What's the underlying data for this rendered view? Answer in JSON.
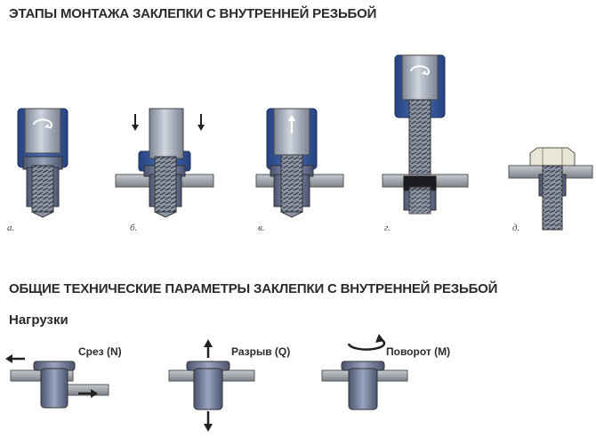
{
  "title_main": "ЭТАПЫ МОНТАЖА ЗАКЛЕПКИ С ВНУТРЕННЕЙ РЕЗЬБОЙ",
  "title_params": "ОБЩИЕ ТЕХНИЧЕСКИЕ ПАРАМЕТРЫ ЗАКЛЕПКИ С ВНУТРЕННЕЙ РЕЗЬБОЙ",
  "subtitle_loads": "Нагрузки",
  "steps": [
    {
      "label": "а.",
      "icon": "rotate-icon"
    },
    {
      "label": "б.",
      "icon": "down-arrows-icon"
    },
    {
      "label": "в.",
      "icon": "up-arrow-icon"
    },
    {
      "label": "г.",
      "icon": "rotate-icon"
    },
    {
      "label": "д.",
      "icon": "nut-icon"
    }
  ],
  "loads": [
    {
      "label": "Срез (N)",
      "icon": "shear-arrows-icon"
    },
    {
      "label": "Разрыв (Q)",
      "icon": "tension-arrows-icon"
    },
    {
      "label": "Поворот (M)",
      "icon": "torque-arrow-icon"
    }
  ],
  "colors": {
    "blue_tool": "#3d5fa8",
    "steel": "#9aa3b3",
    "rivet": "#6b7590",
    "plate": "#8e939b",
    "dark": "#222222"
  }
}
